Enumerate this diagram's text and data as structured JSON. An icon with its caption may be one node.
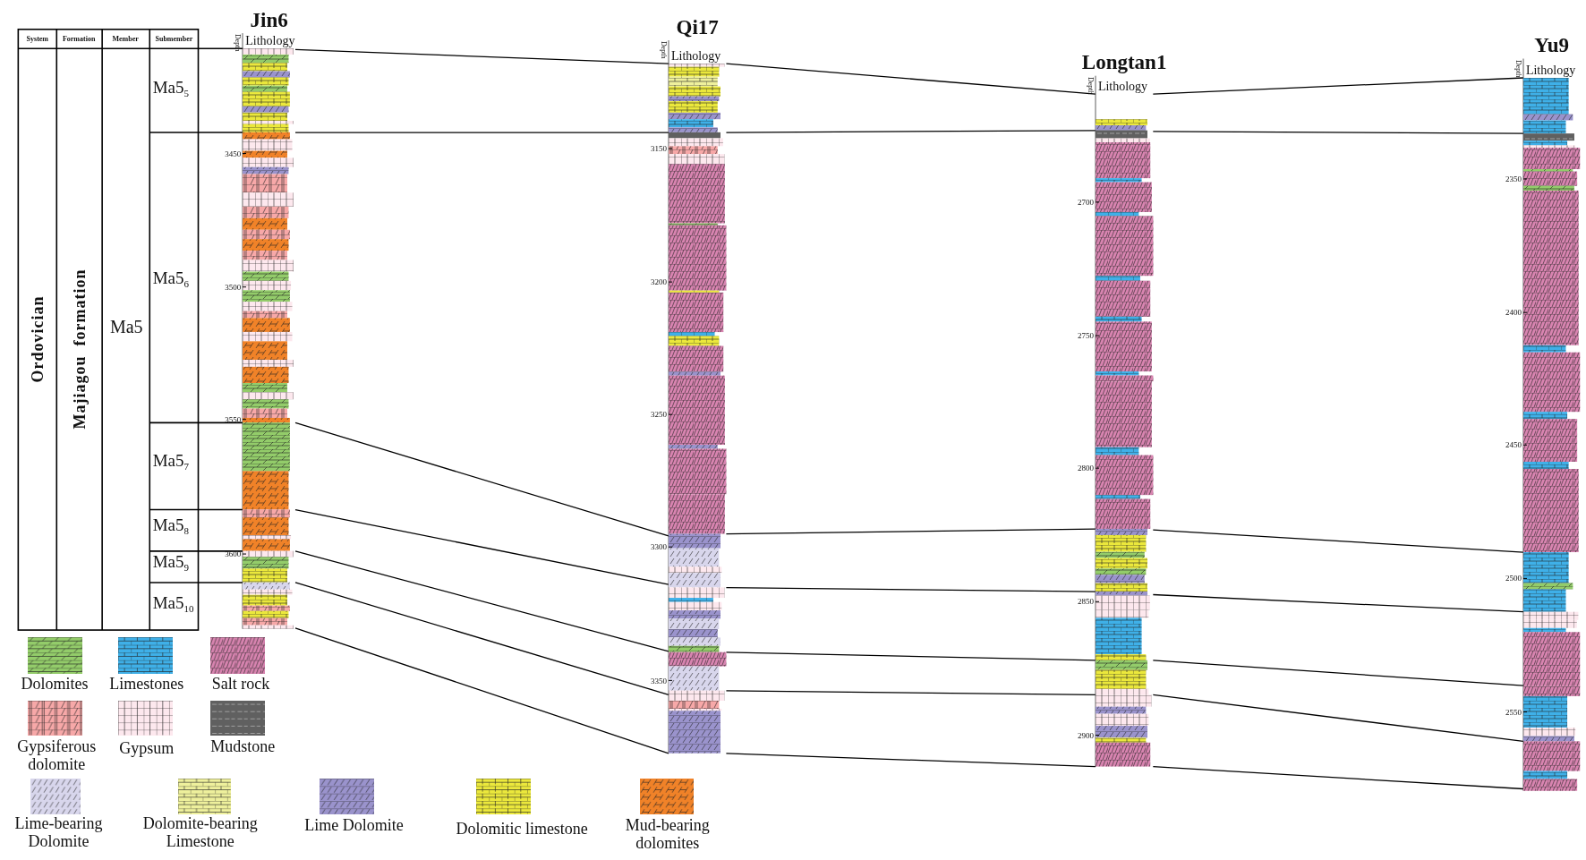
{
  "diagram": {
    "nodes": [
      {
        "text": [
          "Jin6",
          "Depth",
          "Lithology",
          "3450",
          "3500",
          "3550",
          "3600"
        ]
      },
      {
        "text": [
          "Qi17",
          "Depth",
          "Lithology",
          "3150",
          "3200",
          "3250",
          "3300",
          "3350"
        ]
      },
      {
        "text": [
          "Longtan1",
          "Depth",
          "Lithology",
          "2700",
          "2750",
          "2800",
          "2850",
          "2900"
        ]
      },
      {
        "text": [
          "Yu9",
          "Depth",
          "Lithology",
          "2350",
          "2400",
          "2450",
          "2500",
          "2550"
        ]
      }
    ],
    "edges": [
      {
        "from": 0,
        "to": 1,
        "arrow": "none"
      },
      {
        "from": 0,
        "to": 1,
        "arrow": "none"
      },
      {
        "from": 0,
        "to": 1,
        "arrow": "none"
      },
      {
        "from": 0,
        "to": 1,
        "arrow": "none"
      },
      {
        "from": 0,
        "to": 1,
        "arrow": "none"
      },
      {
        "from": 0,
        "to": 1,
        "arrow": "none"
      },
      {
        "from": 0,
        "to": 1,
        "arrow": "none"
      },
      {
        "from": 1,
        "to": 2,
        "arrow": "none"
      },
      {
        "from": 1,
        "to": 2,
        "arrow": "none"
      },
      {
        "from": 1,
        "to": 2,
        "arrow": "none"
      },
      {
        "from": 1,
        "to": 2,
        "arrow": "none"
      },
      {
        "from": 1,
        "to": 2,
        "arrow": "none"
      },
      {
        "from": 1,
        "to": 2,
        "arrow": "none"
      },
      {
        "from": 1,
        "to": 2,
        "arrow": "none"
      },
      {
        "from": 2,
        "to": 3,
        "arrow": "none"
      },
      {
        "from": 2,
        "to": 3,
        "arrow": "none"
      },
      {
        "from": 2,
        "to": 3,
        "arrow": "none"
      },
      {
        "from": 2,
        "to": 3,
        "arrow": "none"
      },
      {
        "from": 2,
        "to": 3,
        "arrow": "none"
      },
      {
        "from": 2,
        "to": 3,
        "arrow": "none"
      },
      {
        "from": 2,
        "to": 3,
        "arrow": "none"
      }
    ],
    "labels": [
      "System",
      "Formation",
      "Member",
      "Submember",
      "Ordovician",
      "Majiagou  formation",
      "Ma5",
      "Ma5$_{5}$",
      "Ma5$_{6}$",
      "Ma5$_{7}$",
      "Ma5$_{8}$",
      "Ma5$_{9}$",
      "Ma5$_{10}$"
    ],
    "legend": [
      {
        "text": "Dolomites",
        "color": "#93cc6a"
      },
      {
        "text": "Limestones",
        "color": "#3fb0e8"
      },
      {
        "text": "Salt rock",
        "color": "#d884b0"
      },
      {
        "text": "Gypsiferous dolomite",
        "color": "#f7a8a8"
      },
      {
        "text": "Gypsum",
        "color": "#fde8ee"
      },
      {
        "text": "Mudstone",
        "color": "#606060"
      },
      {
        "text": "Lime-bearing Dolomite",
        "color": "#d8d6ec"
      },
      {
        "text": "Dolomite-bearing Limestone",
        "color": "#eef09c"
      },
      {
        "text": "Lime Dolomite",
        "color": "#9a93cc"
      },
      {
        "text": "Dolomitic limestone",
        "color": "#ebe83c"
      },
      {
        "text": "Mud-bearing dolomites",
        "color": "#f08228"
      }
    ]
  }
}
